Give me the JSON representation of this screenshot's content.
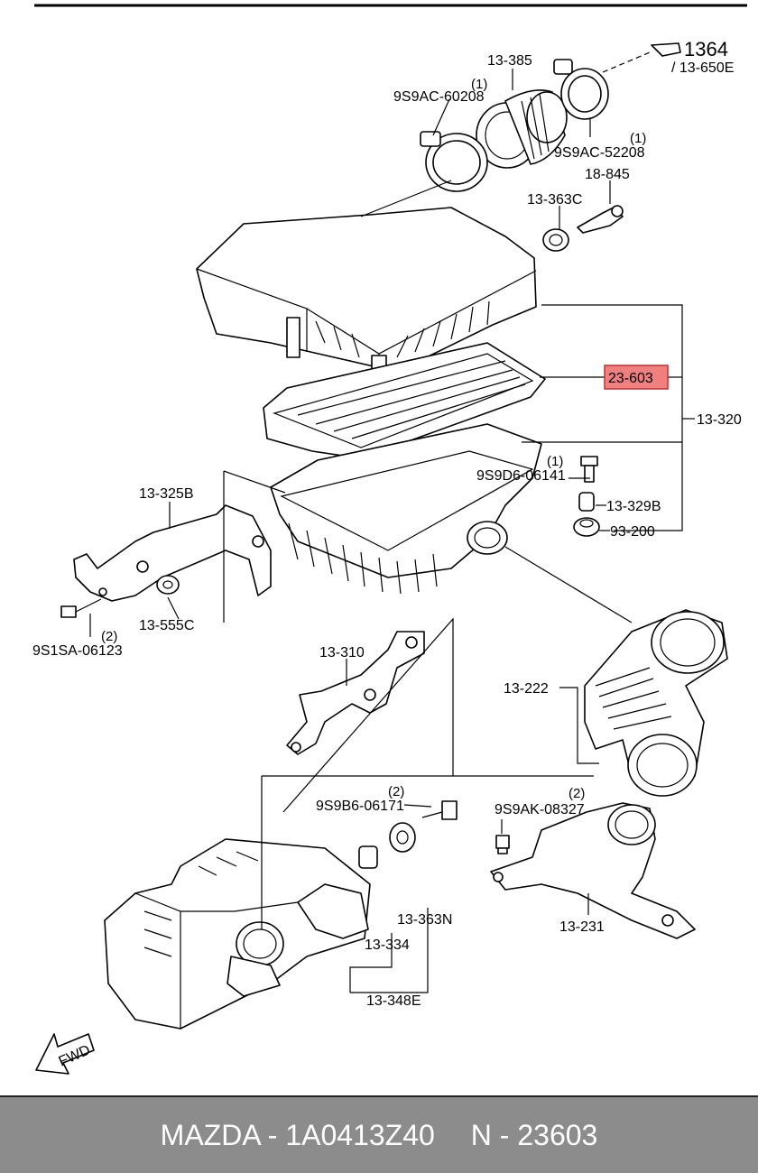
{
  "labels": {
    "l1364": "1364",
    "l13650e": "/ 13-650E",
    "l13385": "13-385",
    "q1a": "(1)",
    "l9s9ac60208": "9S9AC-60208",
    "q1b": "(1)",
    "l9s9ac52208": "9S9AC-52208",
    "l18845": "18-845",
    "l13363c": "13-363C",
    "l23603": "23-603",
    "l13320": "13-320",
    "q1c": "(1)",
    "l9s9d606141": "9S9D6-06141",
    "l13329b": "13-329B",
    "l93200": "93-200",
    "l13325b": "13-325B",
    "l13555c": "13-555C",
    "q2a": "(2)",
    "l9s1sa06123": "9S1SA-06123",
    "l13310": "13-310",
    "l13222": "13-222",
    "q2b": "(2)",
    "l9s9b606171": "9S9B6-06171",
    "q2c": "(2)",
    "l9s9ak08327": "9S9AK-08327",
    "l13363n": "13-363N",
    "l13334": "13-334",
    "l13348e": "13-348E",
    "l13231": "13-231",
    "fwd": "FWD"
  },
  "highlight": {
    "part": "23-603",
    "color": "#f08080"
  },
  "footer": {
    "brand_part": "MAZDA - 1A0413Z40",
    "ref": "N - 23603"
  }
}
